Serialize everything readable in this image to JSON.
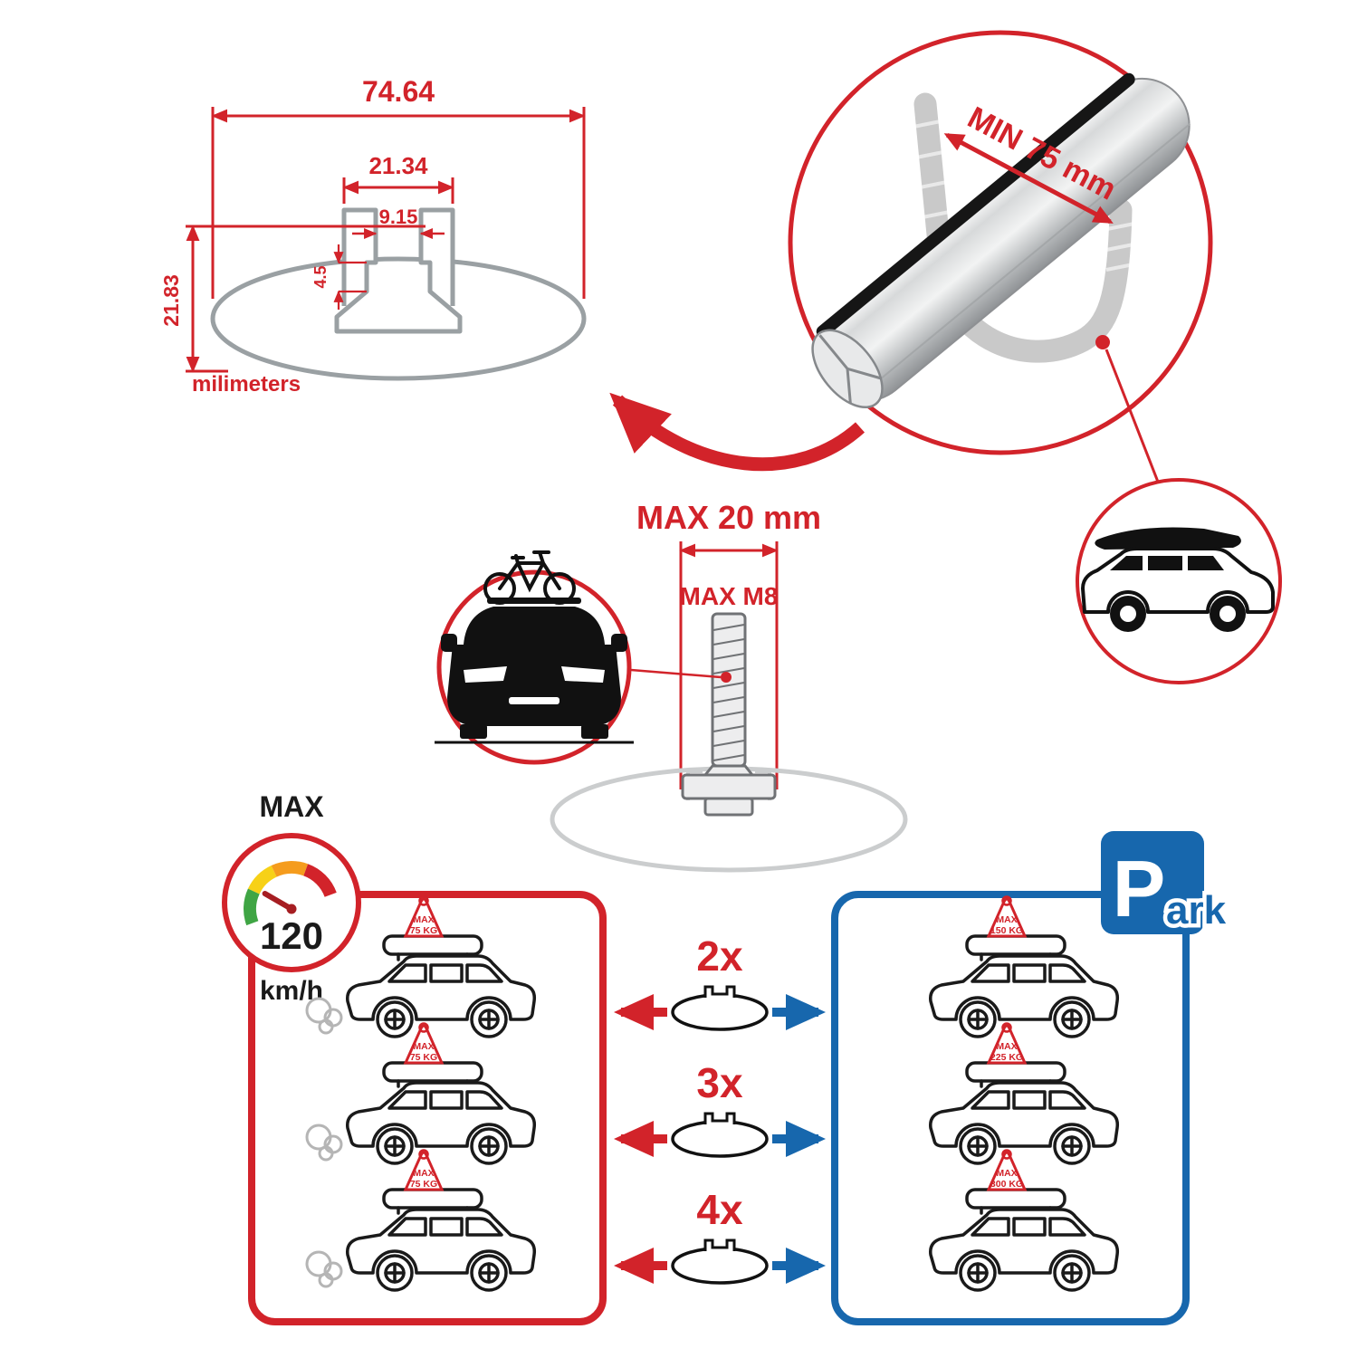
{
  "tech_drawing": {
    "dim_width_total": "74.64",
    "dim_channel_outer": "21.34",
    "dim_channel_inner": "9.15",
    "dim_lip_height": "4.5",
    "dim_profile_height": "21.83",
    "units_label": "milimeters"
  },
  "bar_detail": {
    "min_clamp_span": "MIN 75 mm"
  },
  "bolt_detail": {
    "max_channel_width": "MAX 20 mm",
    "max_bolt_size": "MAX M8"
  },
  "speed_limit": {
    "label": "MAX",
    "value": "120",
    "units": "km/h"
  },
  "parking_sign": {
    "letter": "P",
    "rest": "ark"
  },
  "driving_panel": {
    "cars": [
      {
        "load_label": "MAX",
        "load_value": "75 KG"
      },
      {
        "load_label": "MAX",
        "load_value": "75 KG"
      },
      {
        "load_label": "MAX",
        "load_value": "75 KG"
      }
    ]
  },
  "parked_panel": {
    "cars": [
      {
        "load_label": "MAX",
        "load_value": "150 KG"
      },
      {
        "load_label": "MAX",
        "load_value": "225 KG"
      },
      {
        "load_label": "MAX",
        "load_value": "300 KG"
      }
    ]
  },
  "bar_counts": [
    {
      "label": "2x"
    },
    {
      "label": "3x"
    },
    {
      "label": "4x"
    }
  ],
  "colors": {
    "red": "#d2232a",
    "blue": "#1767ad",
    "gray": "#9aa0a3",
    "black": "#1a1a1a"
  }
}
